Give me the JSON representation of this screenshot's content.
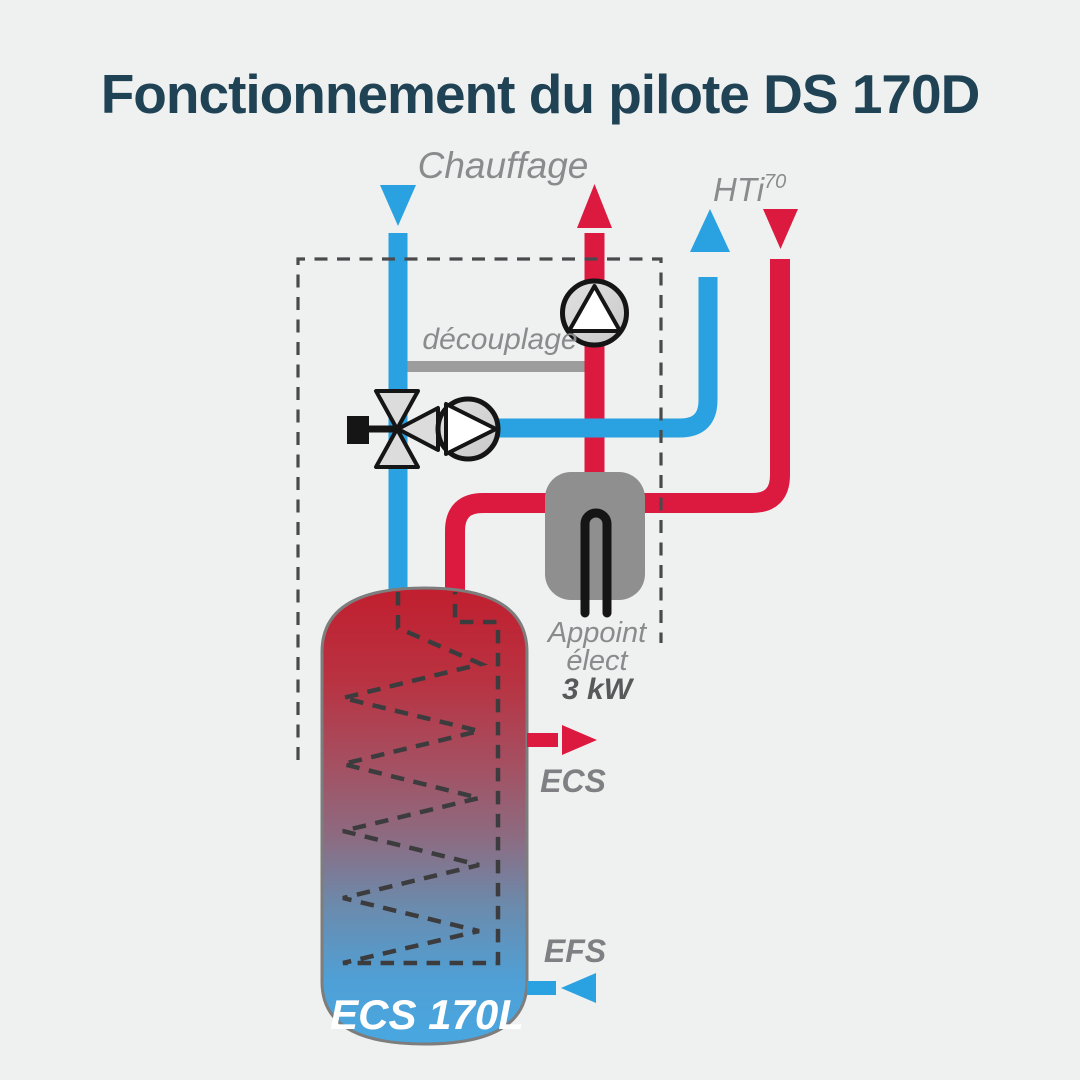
{
  "title": "Fonctionnement du pilote DS 170D",
  "labels": {
    "heating_circuit": "Chauffage",
    "heat_pump_base": "HTi",
    "heat_pump_sup": "70",
    "decoupling": "découplage",
    "booster_line1": "Appoint",
    "booster_line2": "élect",
    "booster_power": "3 kW",
    "hot_water_out": "ECS",
    "cold_water_in": "EFS",
    "tank_capacity": "ECS 170L"
  },
  "colors": {
    "background": "#eff1f0",
    "title": "#1f4254",
    "hot_pipe_red": "#dc1a40",
    "cold_pipe_blue": "#2aa1e0",
    "label_gray": "#8b8b8e",
    "tank_top_red": "#c11f2f",
    "tank_bottom_blue": "#49a7e0",
    "heater_gray": "#8f8f8f",
    "decoupling_bar_gray": "#9c9c9c"
  },
  "icons": {
    "pump-icon": "circle with white triangle (circulator)",
    "mixing-valve-icon": "three-triangle motorized 3-way valve with black actuator",
    "electric-heater-icon": "gray capsule with U-shaped immersion element",
    "flow-arrow-icon": "solid triangle",
    "control-unit-boundary": "dashed rectangle outline",
    "coil-icon": "dashed serpentine heat-exchanger coil"
  }
}
